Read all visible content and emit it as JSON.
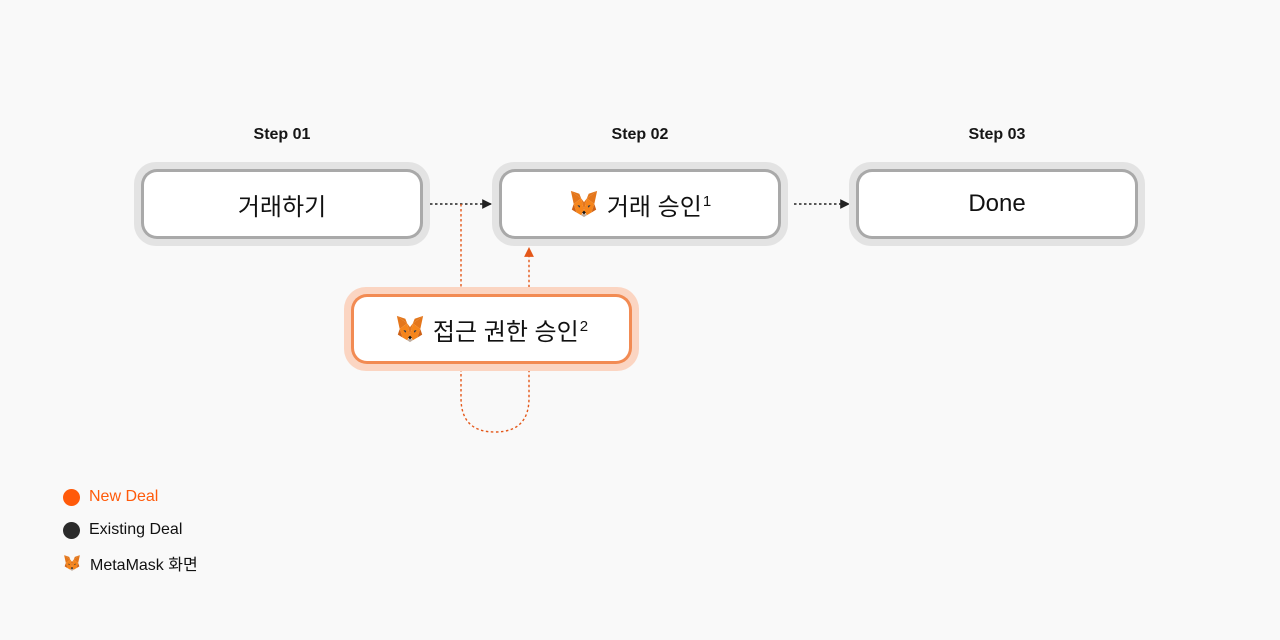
{
  "steps": [
    {
      "label": "Step 01",
      "node_text": "거래하기",
      "sup": ""
    },
    {
      "label": "Step 02",
      "node_text": "거래 승인",
      "sup": "1"
    },
    {
      "label": "Step 03",
      "node_text": "Done",
      "sup": ""
    }
  ],
  "branch": {
    "node_text": "접근 권한 승인",
    "sup": "2"
  },
  "legend": {
    "new_deal": "New Deal",
    "existing_deal": "Existing Deal",
    "metamask": "MetaMask 화면"
  },
  "colors": {
    "new_accent": "#ff5a0a",
    "existing": "#2b2b2b",
    "background": "#f9f9f9"
  },
  "icons": {
    "fox": "metamask-fox-icon"
  }
}
